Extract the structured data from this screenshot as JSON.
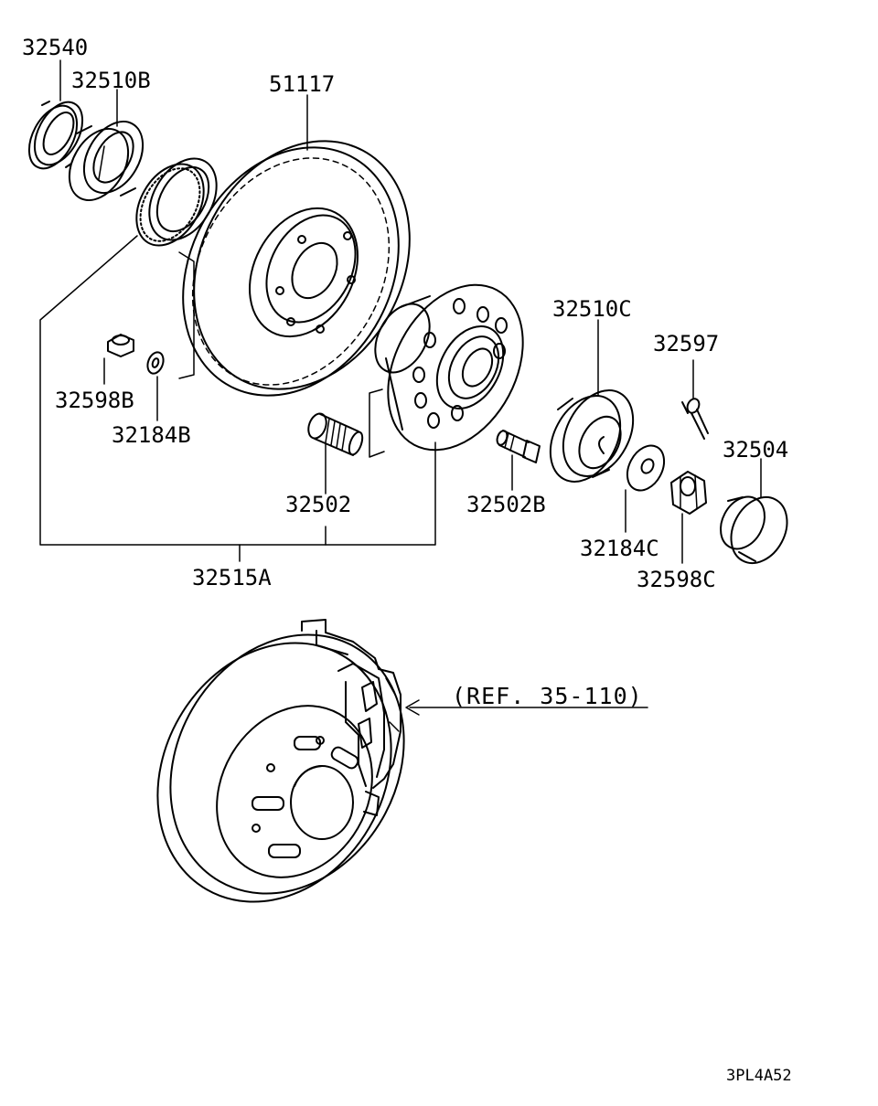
{
  "labels": {
    "p32540": "32540",
    "p32510B": "32510B",
    "p51117": "51117",
    "p32598B": "32598B",
    "p32184B": "32184B",
    "p32502": "32502",
    "p32515A": "32515A",
    "p32510C": "32510C",
    "p32597": "32597",
    "p32502B": "32502B",
    "p32504": "32504",
    "p32184C": "32184C",
    "p32598C": "32598C"
  },
  "reference": "(REF. 35-110)",
  "drawing_code": "3PL4A52"
}
